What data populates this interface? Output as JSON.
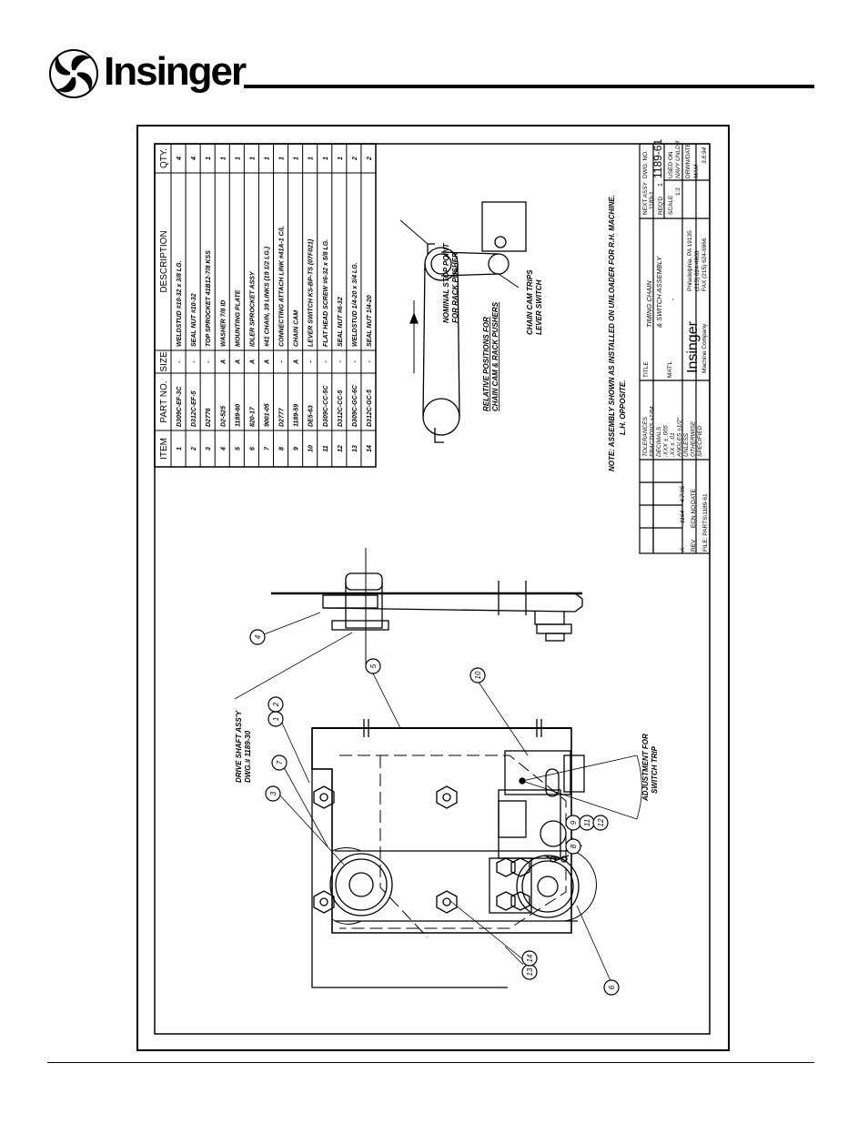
{
  "header": {
    "brand": "Insinger"
  },
  "table": {
    "headers": [
      "ITEM",
      "PART NO.",
      "SIZE",
      "DESCRIPTION",
      "QTY."
    ],
    "rows": [
      [
        "1",
        "D309C-EF-3C",
        "-",
        "WELDSTUD #10-32 x 3/8 LG.",
        "4"
      ],
      [
        "2",
        "D312C-EF-5",
        "-",
        "SEAL NUT #10-32",
        "4"
      ],
      [
        "3",
        "D2776",
        "-",
        "TOP SPROCKET 41B12-7/8 KSS",
        "1"
      ],
      [
        "4",
        "D2-525",
        "A",
        "WASHER 7/8 ID",
        "1"
      ],
      [
        "5",
        "1189-60",
        "A",
        "MOUNTING PLATE",
        "1"
      ],
      [
        "6",
        "820-17",
        "A",
        "IDLER SPROCKET ASSY",
        "1"
      ],
      [
        "7",
        "9001-05",
        "A",
        "#41 CHAIN, 39 LINKS (19 1/2 LG.)",
        "1"
      ],
      [
        "8",
        "D2777",
        "-",
        "CONNECTING ATTACH LINK #41A-1 C/L",
        "1"
      ],
      [
        "9",
        "1189-59",
        "A",
        "CHAIN CAM",
        "1"
      ],
      [
        "10",
        "DE5-63",
        "-",
        "LEVER SWITCH KS-BP-TS (07F021)",
        "1"
      ],
      [
        "11",
        "D309C-CC-5C",
        "-",
        "FLAT HEAD SCREW #6-32 x 5/8 LG.",
        "1"
      ],
      [
        "12",
        "D312C-CC-5",
        "-",
        "SEAL NUT #6-32",
        "1"
      ],
      [
        "13",
        "D309C-GC-6C",
        "-",
        "WELDSTUD 1/4-20 x 3/4 LG.",
        "2"
      ],
      [
        "14",
        "D312C-GC-5",
        "-",
        "SEAL NUT 1/4-20",
        "2"
      ]
    ]
  },
  "notes": {
    "stop_point": [
      "NOMINAL STOP POINT",
      "FOR RACK PUSHER"
    ],
    "relative": [
      "RELATIVE POSITIONS FOR",
      "CHAIN CAM & RACK PUSHERS"
    ],
    "cam_trips": [
      "CHAIN CAM TRIPS",
      "LEVER SWITCH"
    ],
    "assembly_note": [
      "NOTE: ASSEMBLY SHOWN AS INSTALLED ON UNLOADER FOR R.H. MACHINE.",
      "L.H. OPPOSITE."
    ],
    "drive_shaft": [
      "DRIVE SHAFT ASS'Y",
      "DWG.# 1189-30"
    ],
    "adjustment": [
      "ADJUSTMENT FOR",
      "SWITCH TRIP"
    ]
  },
  "title_block": {
    "tolerances_lines": [
      "TOLERANCES",
      "FRACTIONS ±1/64",
      "DECIMALS",
      ".XXX ± .005",
      ".XX ± .01",
      "ANGLES ±1/2°",
      "UNLESS",
      "OTHERWISE",
      "SPECIFIED"
    ],
    "title_label": "TITLE",
    "title_lines": [
      "TIMING CHAIN",
      "& SWITCH ASSEMBLY"
    ],
    "matl_label": "MAT'L",
    "matl_value": "-",
    "company_name": "Insinger",
    "company_sub": "Machine Company",
    "address_lines": [
      "Philadelphia, PA 19135",
      "(215) 624-4800",
      "FAX (215) 624-6966"
    ],
    "next_assy_label": "NEXT ASSY",
    "next_assy_value": "1189-1",
    "dwg_no_label": "DWG. NO.",
    "dwg_no": "1189-61",
    "reqd_label": "REQ'D",
    "reqd_value": "1",
    "scale_label": "SCALE",
    "scale_value": "1:2",
    "used_on_label": "USED ON",
    "used_on_value": "NAVY UNLDR",
    "drwn_label": "DRWN/DATE",
    "drwn_by": "MAM",
    "drwn_date": "3.8.94",
    "rev_headers": [
      "REV",
      "ECN NO",
      "DATE"
    ],
    "rev_row": [
      "A",
      "1164",
      "4.7.95"
    ],
    "file_label": "FILE: PARTS\\1189-61"
  },
  "balloons": [
    "1",
    "2",
    "3",
    "4",
    "5",
    "6",
    "7",
    "8",
    "9",
    "10",
    "11",
    "12",
    "13",
    "14"
  ]
}
